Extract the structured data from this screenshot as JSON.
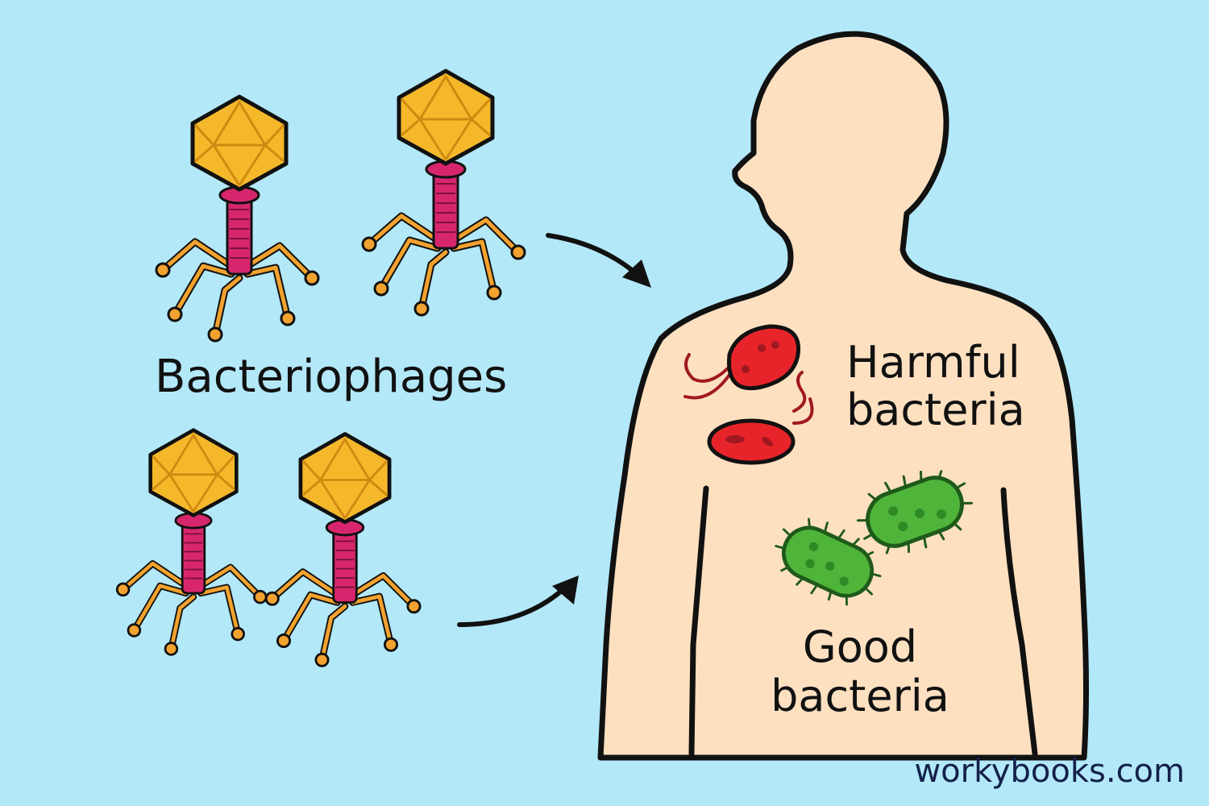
{
  "labels": {
    "bacteriophages": "Bacteriophages",
    "harmful_line1": "Harmful",
    "harmful_line2": "bacteria",
    "good_line1": "Good",
    "good_line2": "bacteria"
  },
  "watermark": "workybooks.com",
  "colors": {
    "background": "#b3e8f8",
    "body_skin": "#fde0c0",
    "phage_head": "#f5b82b",
    "phage_tail": "#d8266e",
    "phage_legs": "#f2a22e",
    "harmful_bacteria": "#e8242b",
    "good_bacteria": "#4fb43a",
    "outline": "#111111",
    "watermark": "#13204a"
  }
}
